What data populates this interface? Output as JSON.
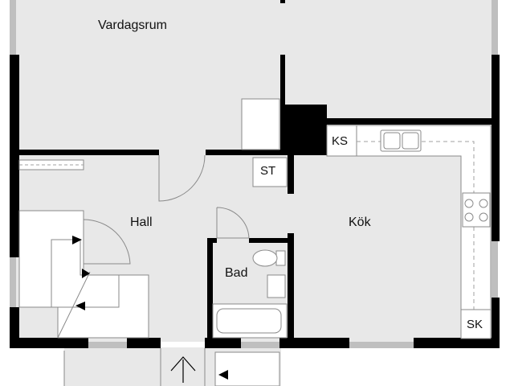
{
  "colors": {
    "floor": "#e8e8e8",
    "wall": "#000000",
    "fixture": "#ffffff",
    "window": "#bfbfbf",
    "line": "#8a8a8a",
    "dashed": "#a0a0a0"
  },
  "rooms": {
    "living": "Vardagsrum",
    "hall": "Hall",
    "kitchen": "Kök",
    "bath": "Bad"
  },
  "fixtures": {
    "ks": "KS",
    "st": "ST",
    "sk": "SK"
  },
  "icons": [
    "entrance-arrow-icon",
    "stair-arrow-icon",
    "door-swing-icon",
    "sink-icon",
    "stove-icon",
    "toilet-icon",
    "bathtub-icon"
  ]
}
